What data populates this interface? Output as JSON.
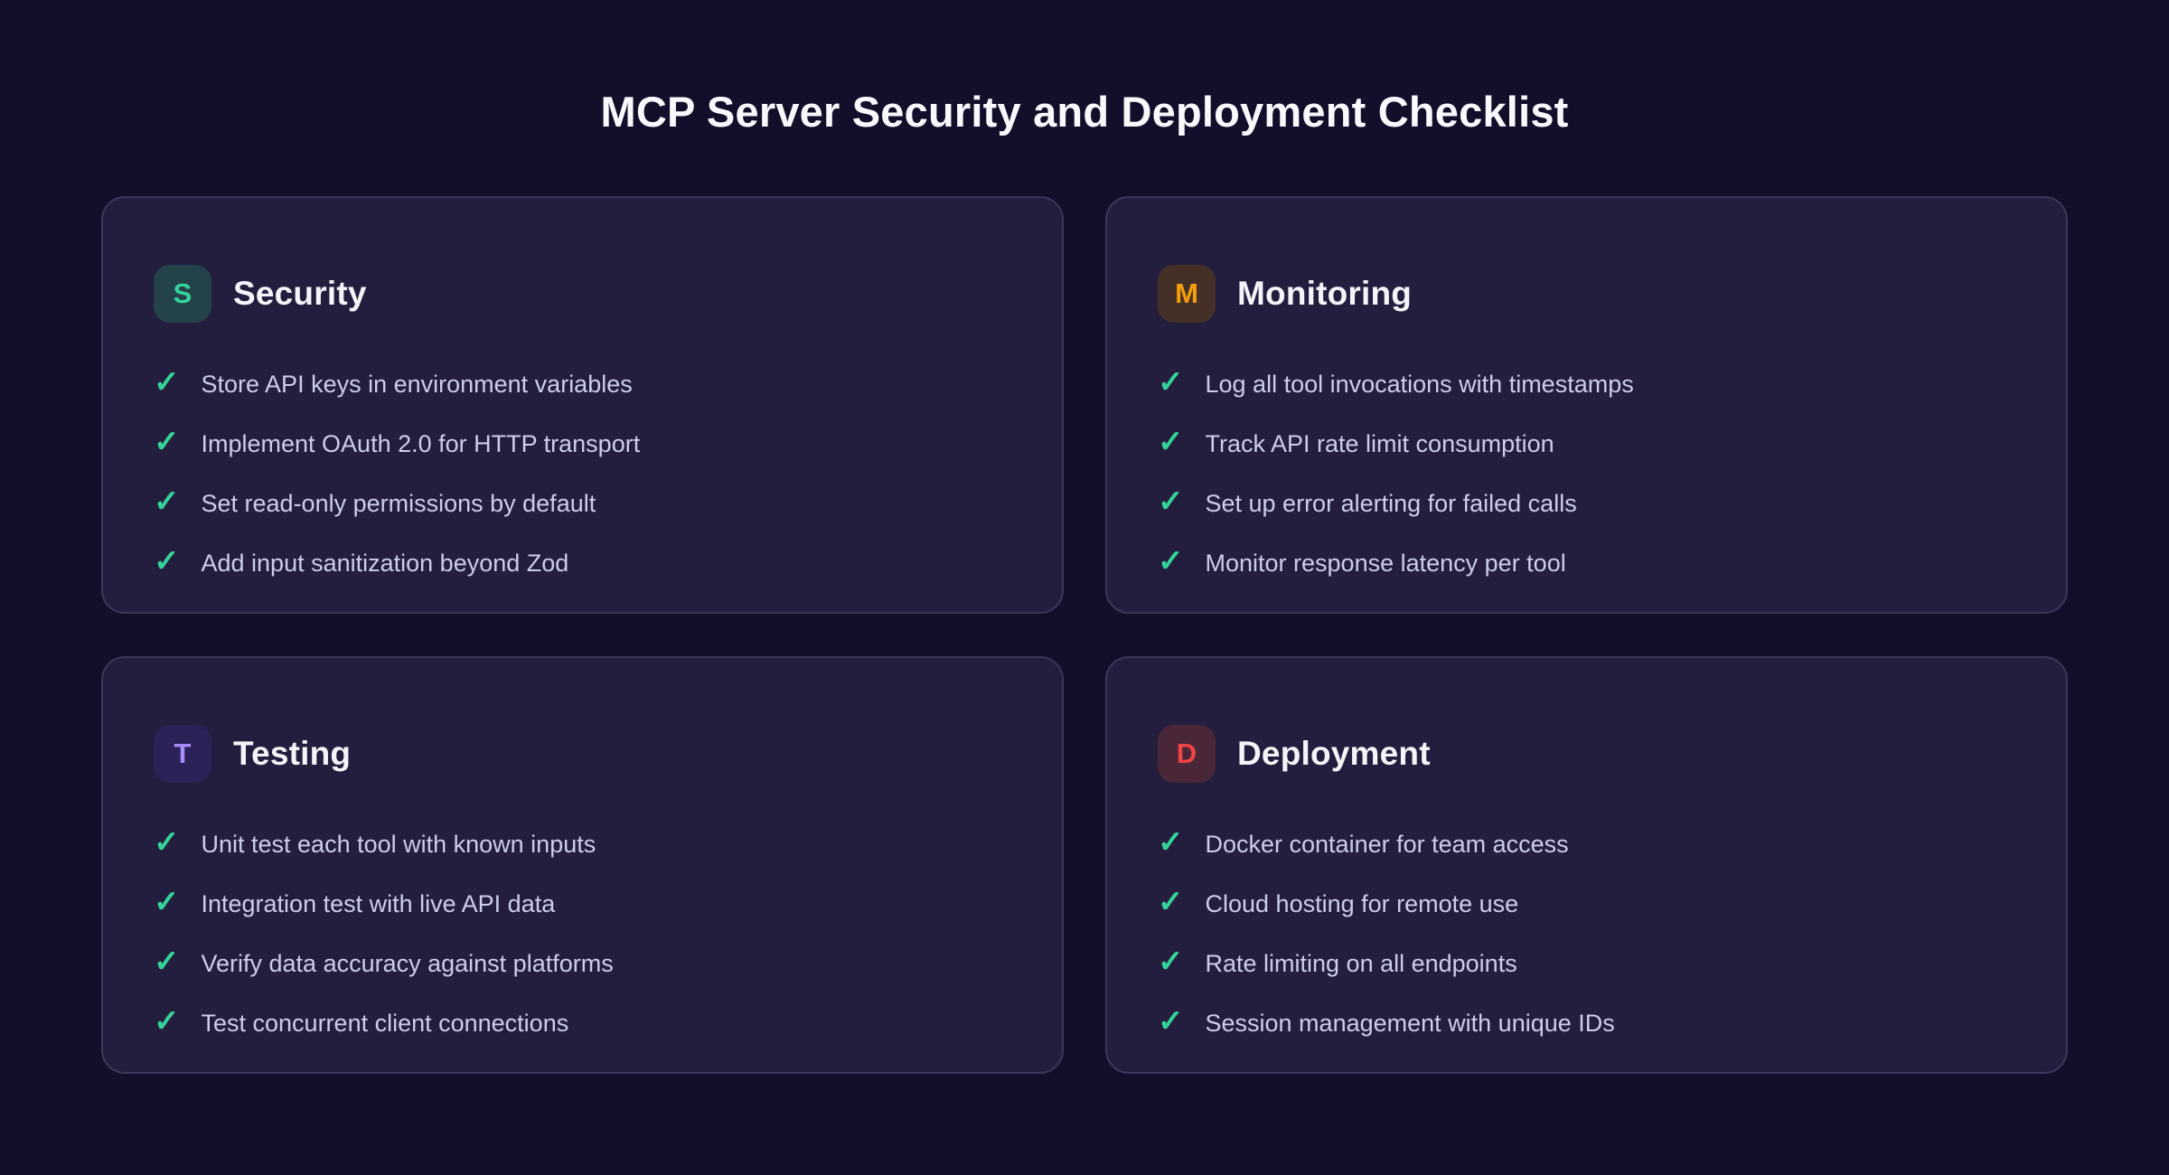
{
  "page": {
    "title": "MCP Server Security and Deployment Checklist"
  },
  "colors": {
    "background": "#130e29",
    "card_background": "#241e3e",
    "card_border": "#3c3759",
    "check": "#34d399",
    "item_text": "#cbcdea",
    "title_text": "#f8f9fd"
  },
  "check_glyph": "✓",
  "cards": [
    {
      "id": "security",
      "badge_letter": "S",
      "badge_bg": "#24424a",
      "badge_color": "#34d399",
      "title": "Security",
      "items": [
        "Store API keys in environment variables",
        "Implement OAuth 2.0 for HTTP transport",
        "Set read-only permissions by default",
        "Add input sanitization beyond Zod"
      ]
    },
    {
      "id": "monitoring",
      "badge_letter": "M",
      "badge_bg": "#453028",
      "badge_color": "#f59e0b",
      "title": "Monitoring",
      "items": [
        "Log all tool invocations with timestamps",
        "Track API rate limit consumption",
        "Set up error alerting for failed calls",
        "Monitor response latency per tool"
      ]
    },
    {
      "id": "testing",
      "badge_letter": "T",
      "badge_bg": "#2c2257",
      "badge_color": "#a78bfa",
      "title": "Testing",
      "items": [
        "Unit test each tool with known inputs",
        "Integration test with live API data",
        "Verify data accuracy against platforms",
        "Test concurrent client connections"
      ]
    },
    {
      "id": "deployment",
      "badge_letter": "D",
      "badge_bg": "#4a2639",
      "badge_color": "#ef4444",
      "title": "Deployment",
      "items": [
        "Docker container for team access",
        "Cloud hosting for remote use",
        "Rate limiting on all endpoints",
        "Session management with unique IDs"
      ]
    }
  ]
}
